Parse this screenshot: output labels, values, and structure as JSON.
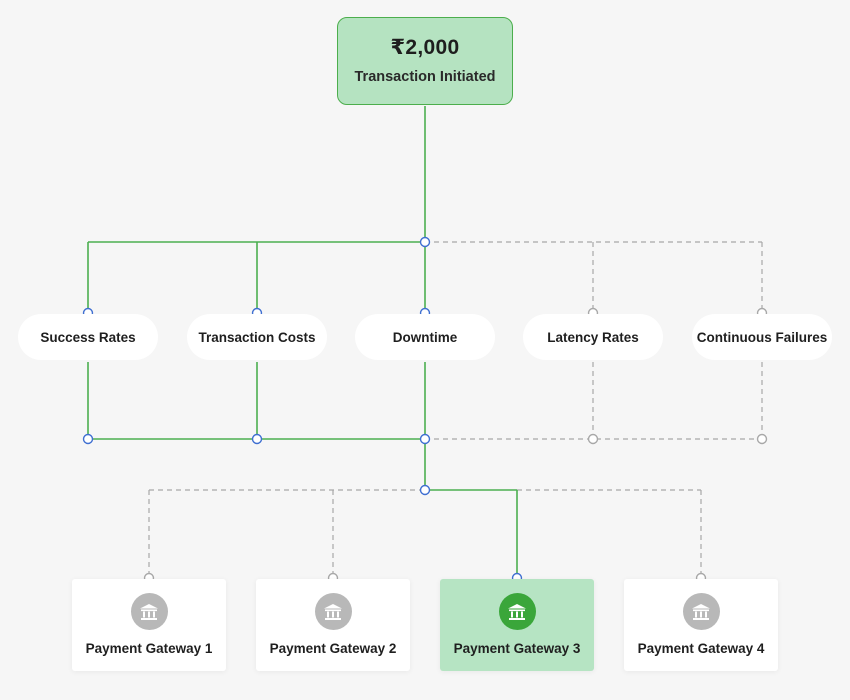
{
  "root": {
    "amount": "₹2,000",
    "title": "Transaction Initiated"
  },
  "factors": [
    {
      "label": "Success Rates",
      "active": true
    },
    {
      "label": "Transaction Costs",
      "active": true
    },
    {
      "label": "Downtime",
      "active": true
    },
    {
      "label": "Latency Rates",
      "active": false
    },
    {
      "label": "Continuous Failures",
      "active": false
    }
  ],
  "gateways": [
    {
      "label": "Payment Gateway 1",
      "icon": "bank-icon",
      "selected": false
    },
    {
      "label": "Payment Gateway 2",
      "icon": "bank-icon",
      "selected": false
    },
    {
      "label": "Payment Gateway 3",
      "icon": "bank-icon",
      "selected": true
    },
    {
      "label": "Payment Gateway 4",
      "icon": "bank-icon",
      "selected": false
    }
  ],
  "colors": {
    "active_line": "#4caf50",
    "inactive_line": "#a8a8a8",
    "connector_dot": "#3f6fd1",
    "selected_fill": "#b6e4c3",
    "selected_icon": "#3aa63a",
    "inactive_icon": "#b8b8b8"
  }
}
